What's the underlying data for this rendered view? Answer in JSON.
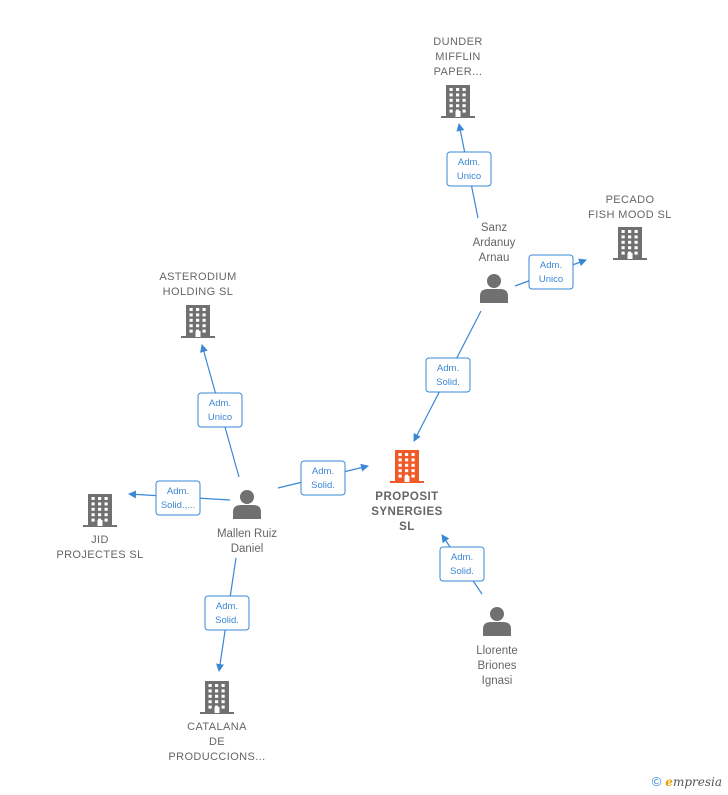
{
  "colors": {
    "edge": "#3a87d6",
    "node": "#707070",
    "main": "#f05a28",
    "text": "#666666"
  },
  "nodes": [
    {
      "id": "proposit",
      "type": "company",
      "main": true,
      "lines": [
        "PROPOSIT",
        "SYNERGIES",
        "SL"
      ]
    },
    {
      "id": "dunder",
      "type": "company",
      "lines": [
        "DUNDER",
        "MIFFLIN",
        "PAPER..."
      ]
    },
    {
      "id": "pecado",
      "type": "company",
      "lines": [
        "PECADO",
        "FISH MOOD  SL"
      ]
    },
    {
      "id": "asterodium",
      "type": "company",
      "lines": [
        "ASTERODIUM",
        "HOLDING  SL"
      ]
    },
    {
      "id": "jid",
      "type": "company",
      "lines": [
        "JID",
        "PROJECTES SL"
      ]
    },
    {
      "id": "catalana",
      "type": "company",
      "lines": [
        "CATALANA",
        "DE",
        "PRODUCCIONS..."
      ]
    },
    {
      "id": "sanz",
      "type": "person",
      "lines": [
        "Sanz",
        "Ardanuy",
        "Arnau"
      ]
    },
    {
      "id": "mallen",
      "type": "person",
      "lines": [
        "Mallen Ruiz",
        "Daniel"
      ]
    },
    {
      "id": "llorente",
      "type": "person",
      "lines": [
        "Llorente",
        "Briones",
        "Ignasi"
      ]
    }
  ],
  "edges": [
    {
      "from": "sanz",
      "to": "dunder",
      "lines": [
        "Adm.",
        "Unico"
      ]
    },
    {
      "from": "sanz",
      "to": "pecado",
      "lines": [
        "Adm.",
        "Unico"
      ]
    },
    {
      "from": "sanz",
      "to": "proposit",
      "lines": [
        "Adm.",
        "Solid."
      ]
    },
    {
      "from": "mallen",
      "to": "asterodium",
      "lines": [
        "Adm.",
        "Unico"
      ]
    },
    {
      "from": "mallen",
      "to": "jid",
      "lines": [
        "Adm.",
        "Solid.,..."
      ]
    },
    {
      "from": "mallen",
      "to": "proposit",
      "lines": [
        "Adm.",
        "Solid."
      ]
    },
    {
      "from": "mallen",
      "to": "catalana",
      "lines": [
        "Adm.",
        "Solid."
      ]
    },
    {
      "from": "llorente",
      "to": "proposit",
      "lines": [
        "Adm.",
        "Solid."
      ]
    }
  ],
  "footer": {
    "copyright": "©",
    "brand_initial": "e",
    "brand_rest": "mpresia"
  }
}
